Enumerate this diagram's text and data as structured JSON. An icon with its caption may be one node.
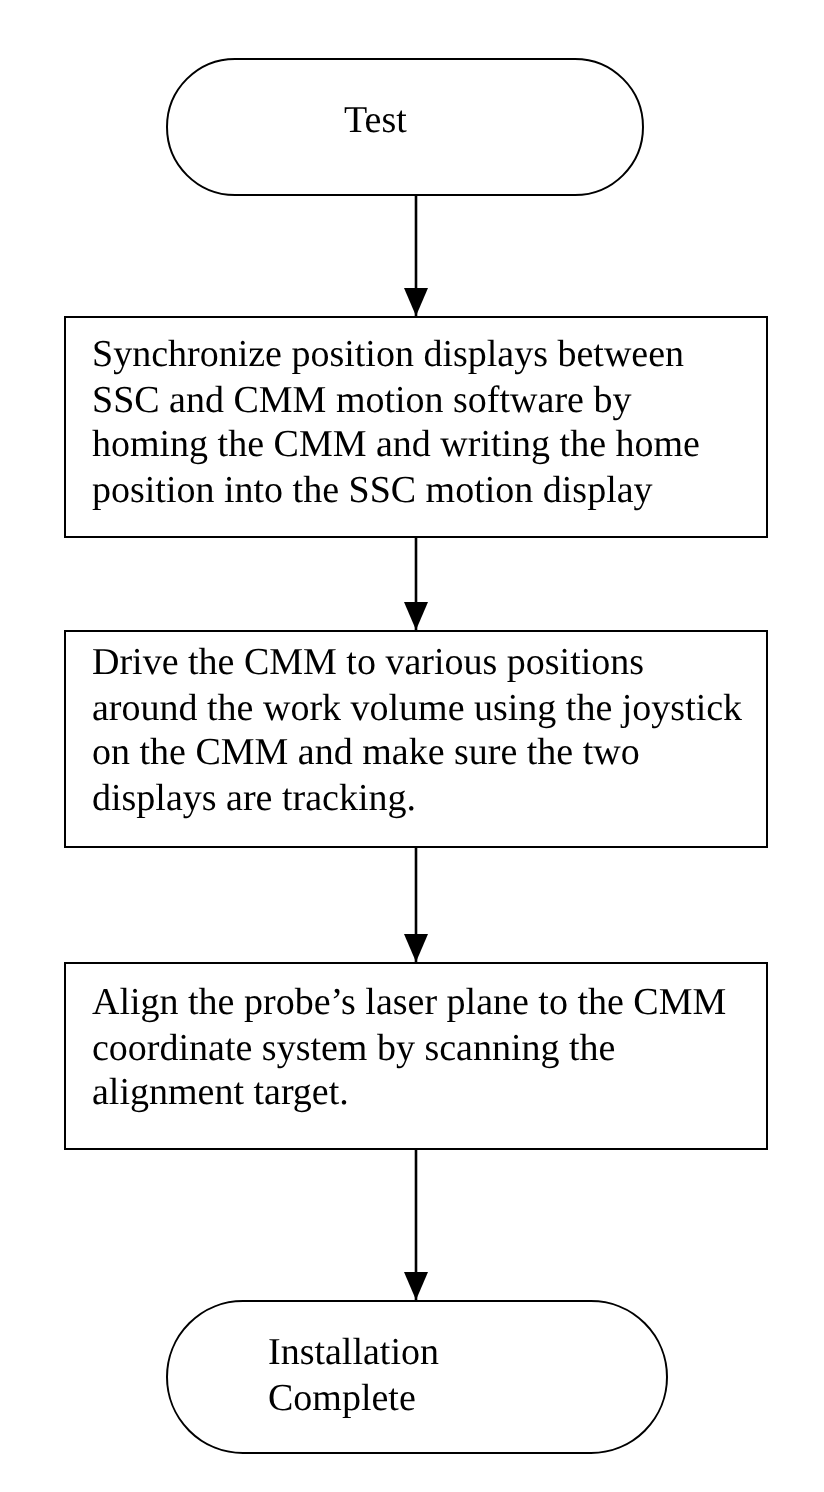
{
  "diagram": {
    "nodes": [
      {
        "text": [
          "Test"
        ]
      },
      {
        "text": [
          "Synchronize position displays between SSC and CMM motion software by homing the CMM and writing the home position into the SSC motion display"
        ]
      },
      {
        "text": [
          "Drive the CMM to various positions around the work volume using the joystick on the CMM and make sure the two displays are tracking."
        ]
      },
      {
        "text": [
          "Align the probe’s laser plane to the CMM coordinate system by scanning the alignment target."
        ]
      },
      {
        "text": [
          "Installation Complete"
        ]
      }
    ],
    "edges": [
      {
        "from": 0,
        "to": 1,
        "arrow": "to"
      },
      {
        "from": 1,
        "to": 2,
        "arrow": "to"
      },
      {
        "from": 2,
        "to": 3,
        "arrow": "to"
      },
      {
        "from": 3,
        "to": 4,
        "arrow": "to"
      }
    ]
  }
}
